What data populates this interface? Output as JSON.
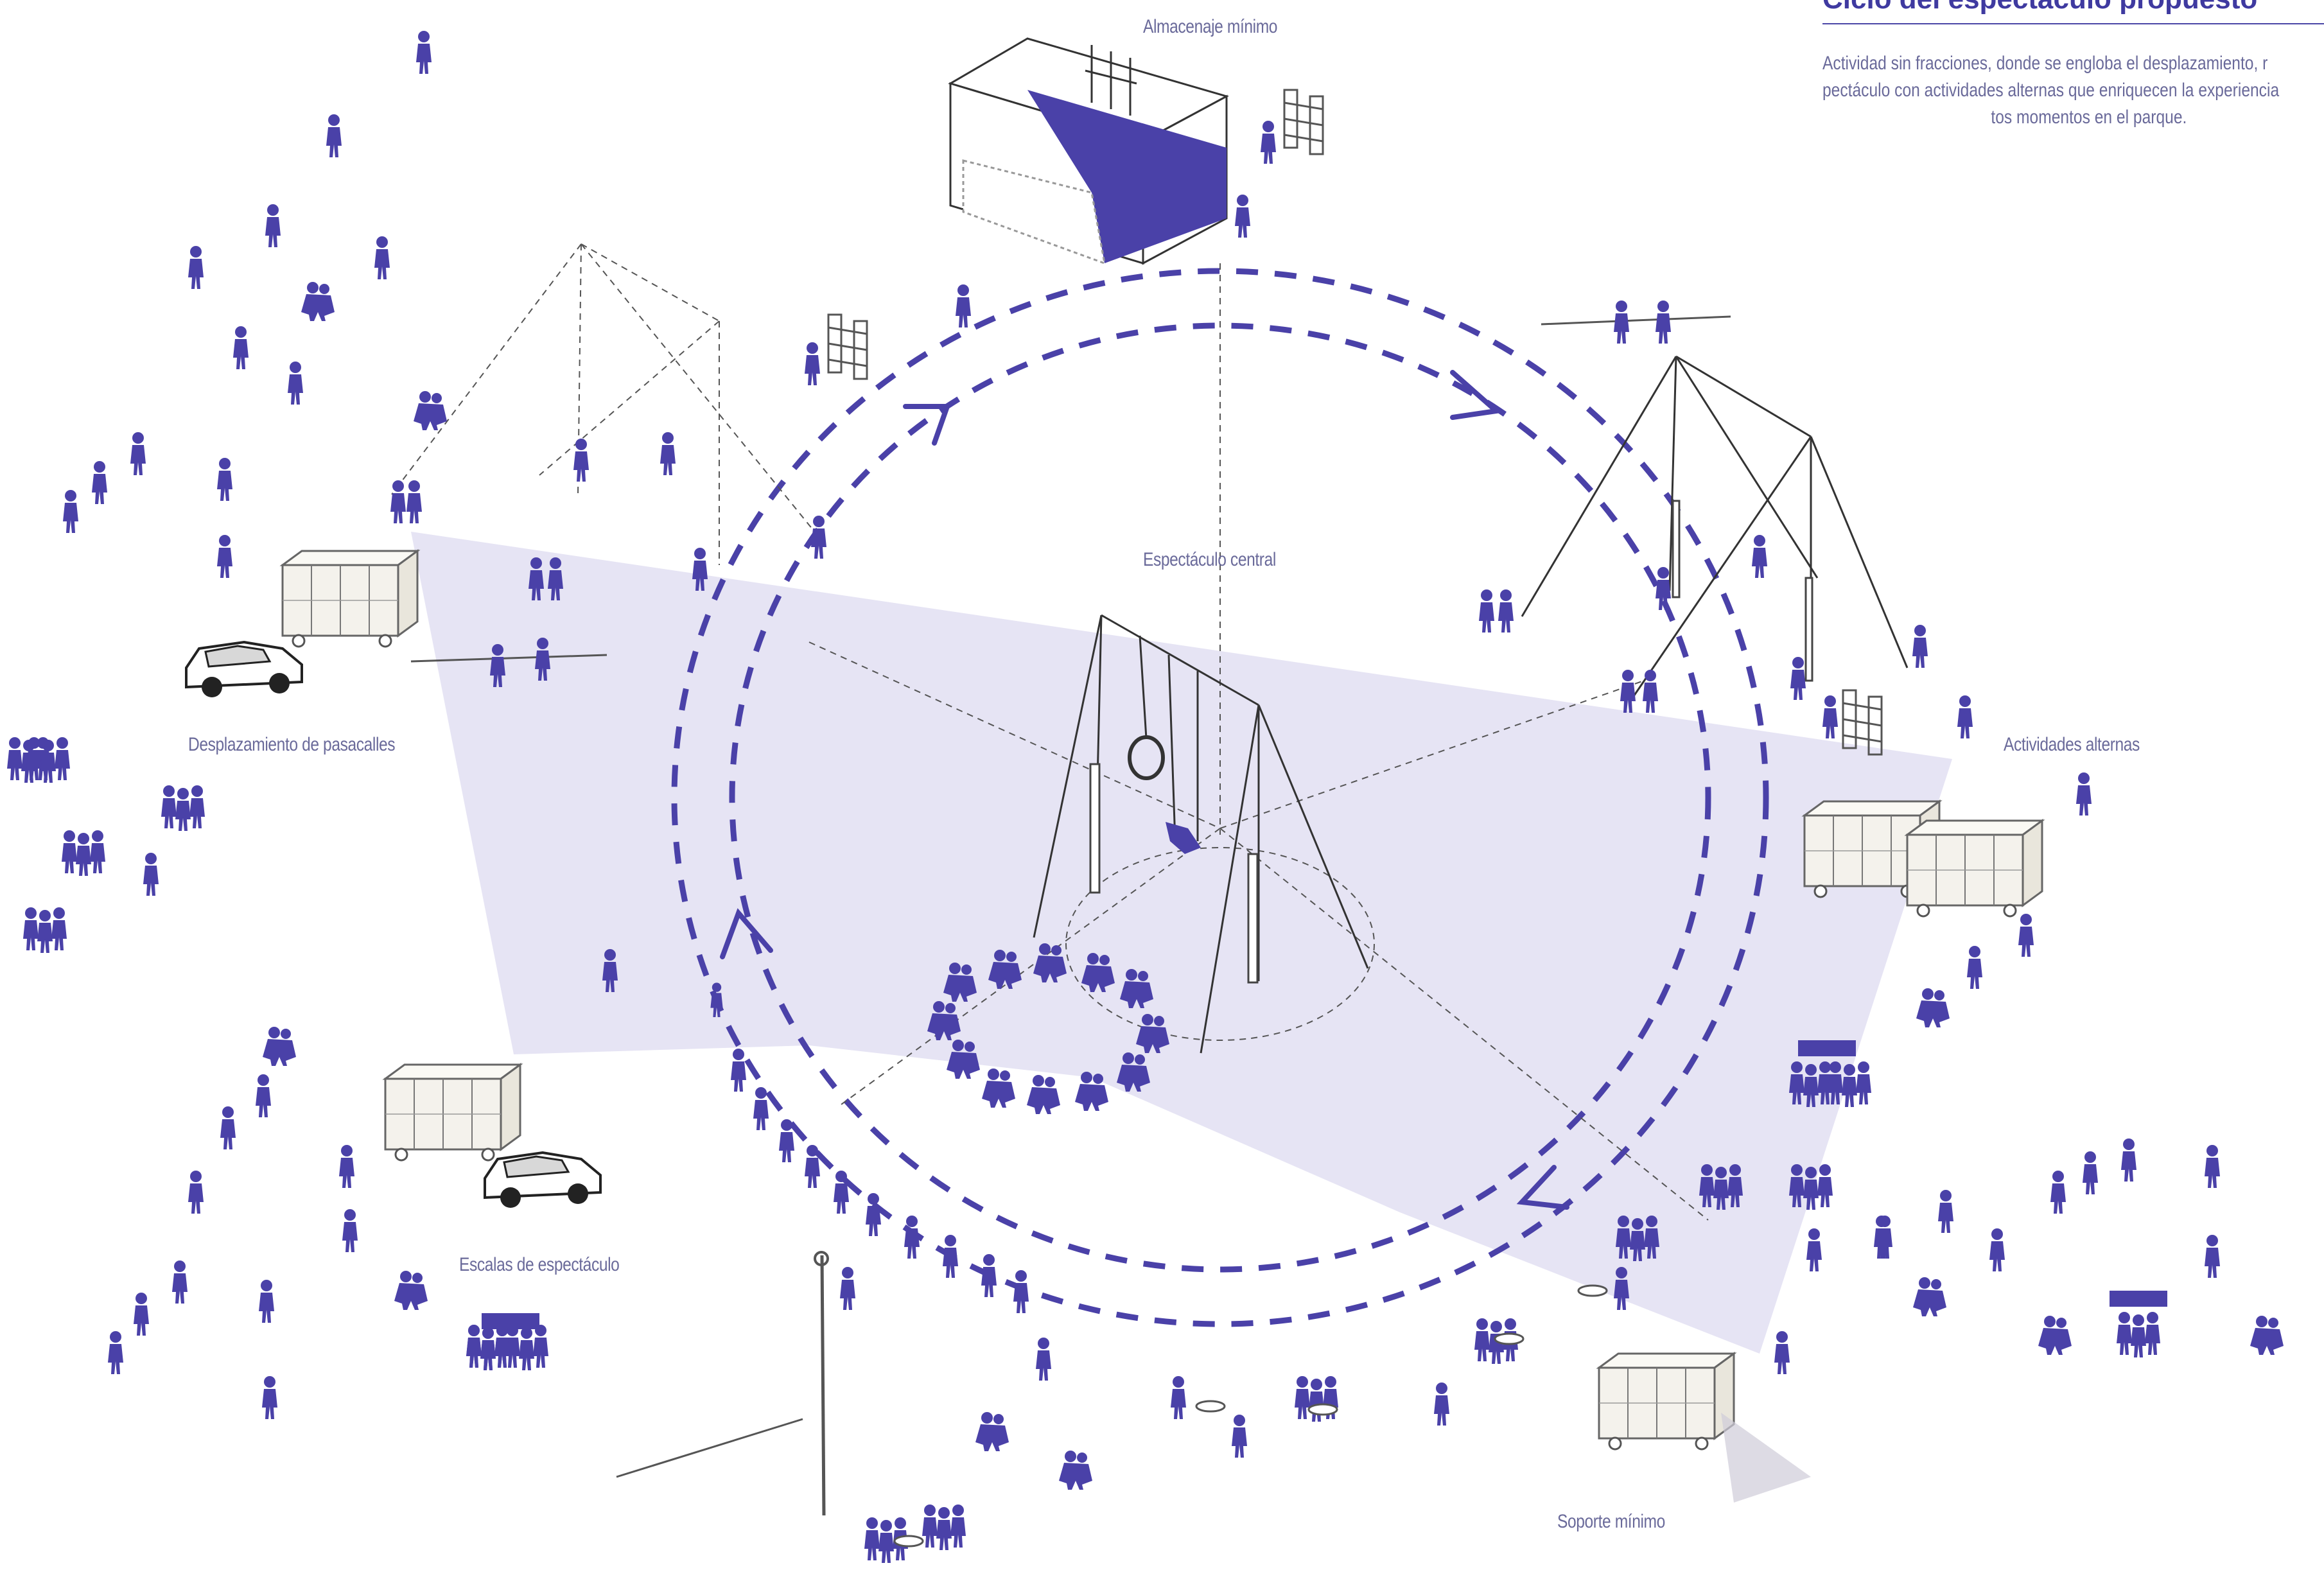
{
  "header": {
    "title": "Ciclo del espectáculo propuesto",
    "description_lines": [
      "Actividad sin fracciones, donde se engloba el desplazamiento, r",
      "pectáculo con actividades alternas que enriquecen la experiencia",
      "tos momentos en el parque."
    ]
  },
  "labels": {
    "storage": "Almacenaje mínimo",
    "central": "Espectáculo central",
    "parade": "Desplazamiento de pasacalles",
    "alternate": "Actividades alternas",
    "ladders": "Escalas de espectáculo",
    "support": "Soporte mínimo"
  },
  "colors": {
    "figure": "#4a41a8",
    "plane": "#e6e4f4",
    "line": "#555555",
    "text": "#6a6a9a",
    "accent": "#3f3aa0"
  }
}
